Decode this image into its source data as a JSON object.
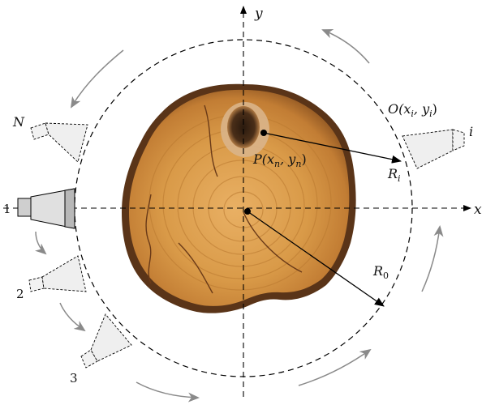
{
  "labels": {
    "axis_x": "x",
    "axis_y": "y",
    "sensor_1": "1",
    "sensor_2": "2",
    "sensor_3": "3",
    "sensor_N": "N",
    "sensor_i": "i",
    "point_P": "P(x",
    "point_P_sub": "n",
    "point_P_mid": ", y",
    "point_P_sub2": "n",
    "point_P_end": ")",
    "point_O": "O(x",
    "point_O_sub": "i",
    "point_O_mid": ", y",
    "point_O_sub2": "i",
    "point_O_end": ")",
    "radius_i": "R",
    "radius_i_sub": "i",
    "radius_0": "R",
    "radius_0_sub": "0"
  },
  "colors": {
    "wood_light": "#e0a04a",
    "wood_mid": "#c7813a",
    "bark": "#5a3418",
    "knot": "#3a2414",
    "arrow_gray": "#8a8a8a",
    "sensor_fill": "#e8e8e8"
  }
}
